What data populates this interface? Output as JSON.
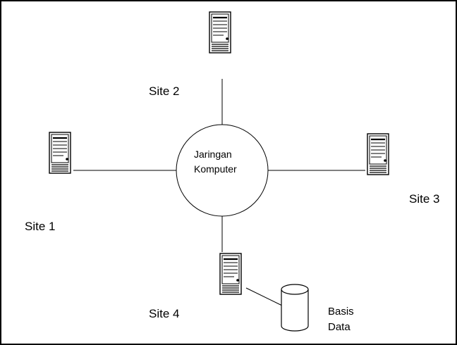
{
  "network": {
    "hub_label_line1": "Jaringan",
    "hub_label_line2": "Komputer"
  },
  "sites": {
    "site1": "Site 1",
    "site2": "Site 2",
    "site3": "Site 3",
    "site4": "Site 4"
  },
  "database": {
    "label_line1": "Basis",
    "label_line2": "Data"
  },
  "icons": {
    "server": "server-tower-icon",
    "database": "database-cylinder-icon"
  }
}
